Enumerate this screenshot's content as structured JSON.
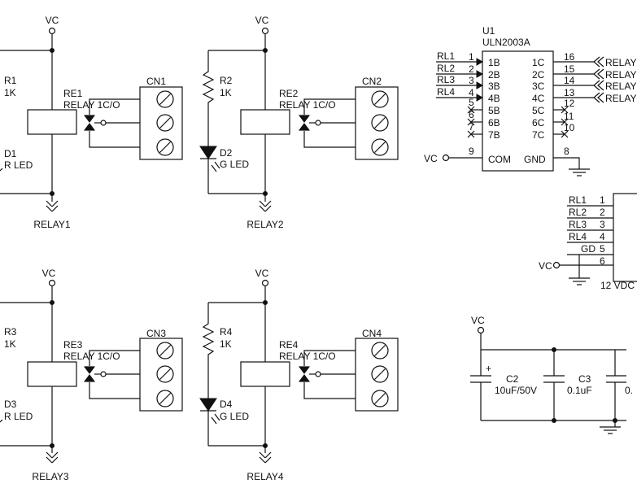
{
  "relay_blocks": [
    {
      "vc": "VC",
      "r_ref": "R1",
      "r_val": "1K",
      "relay_ref": "RE1",
      "relay_label": "RELAY 1C/O",
      "conn": "CN1",
      "led_ref": "D1",
      "led_label": "R LED",
      "gnd_label": "RELAY1"
    },
    {
      "vc": "VC",
      "r_ref": "R2",
      "r_val": "1K",
      "relay_ref": "RE2",
      "relay_label": "RELAY 1C/O",
      "conn": "CN2",
      "led_ref": "D2",
      "led_label": "G LED",
      "gnd_label": "RELAY2"
    },
    {
      "vc": "VC",
      "r_ref": "R3",
      "r_val": "1K",
      "relay_ref": "RE3",
      "relay_label": "RELAY 1C/O",
      "conn": "CN3",
      "led_ref": "D3",
      "led_label": "R LED",
      "gnd_label": "RELAY3"
    },
    {
      "vc": "VC",
      "r_ref": "R4",
      "r_val": "1K",
      "relay_ref": "RE4",
      "relay_label": "RELAY 1C/O",
      "conn": "CN4",
      "led_ref": "D4",
      "led_label": "G LED",
      "gnd_label": "RELAY4"
    }
  ],
  "ic": {
    "ref": "U1",
    "part": "ULN2003A",
    "left_pins": [
      {
        "net": "RL1",
        "num": "1",
        "name": "1B"
      },
      {
        "net": "RL2",
        "num": "2",
        "name": "2B"
      },
      {
        "net": "RL3",
        "num": "3",
        "name": "3B"
      },
      {
        "net": "RL4",
        "num": "4",
        "name": "4B"
      },
      {
        "net": "",
        "num": "5",
        "name": "5B"
      },
      {
        "net": "",
        "num": "6",
        "name": "6B"
      },
      {
        "net": "",
        "num": "7",
        "name": "7B"
      }
    ],
    "right_pins": [
      {
        "net": "RELAY",
        "num": "16",
        "name": "1C"
      },
      {
        "net": "RELAY",
        "num": "15",
        "name": "2C"
      },
      {
        "net": "RELAY",
        "num": "14",
        "name": "3C"
      },
      {
        "net": "RELAY",
        "num": "13",
        "name": "4C"
      },
      {
        "net": "",
        "num": "12",
        "name": "5C"
      },
      {
        "net": "",
        "num": "11",
        "name": "6C"
      },
      {
        "net": "",
        "num": "10",
        "name": "7C"
      }
    ],
    "com": {
      "num": "9",
      "name": "COM",
      "net": "VC"
    },
    "gnd": {
      "num": "8",
      "name": "GND"
    }
  },
  "header": {
    "pins": [
      {
        "net": "RL1",
        "num": "1"
      },
      {
        "net": "RL2",
        "num": "2"
      },
      {
        "net": "RL3",
        "num": "3"
      },
      {
        "net": "RL4",
        "num": "4"
      },
      {
        "net": "GD",
        "num": "5"
      },
      {
        "net": "",
        "num": "6"
      }
    ],
    "vc": "VC",
    "bottom_label": "12 VDC"
  },
  "caps": {
    "vc": "VC",
    "c2_ref": "C2",
    "c2_val": "10uF/50V",
    "c2_plus": "+",
    "c3_ref": "C3",
    "c3_val": "0.1uF",
    "c4_val": "0."
  }
}
